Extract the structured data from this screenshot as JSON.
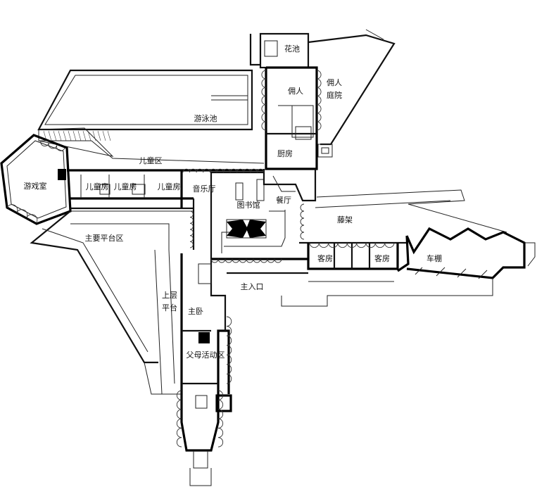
{
  "rooms": {
    "flower_pool": "花池",
    "servant": "佣人",
    "servant_courtyard_line1": "佣人",
    "servant_courtyard_line2": "庭院",
    "swimming_pool": "游泳池",
    "kitchen": "厨房",
    "children_area": "儿童区",
    "playroom": "游戏室",
    "child_room_1": "儿童房",
    "child_room_2": "儿童房",
    "child_room_3": "儿童房",
    "music_hall": "音乐厅",
    "library": "图书馆",
    "dining": "餐厅",
    "trellis": "藤架",
    "main_terrace": "主要平台区",
    "guest_room_1": "客房",
    "guest_room_2": "客房",
    "carport": "车棚",
    "main_entrance": "主入口",
    "upper_terrace_line1": "上层",
    "upper_terrace_line2": "平台",
    "master_bedroom": "主卧",
    "parents_activity": "父母活动区"
  }
}
